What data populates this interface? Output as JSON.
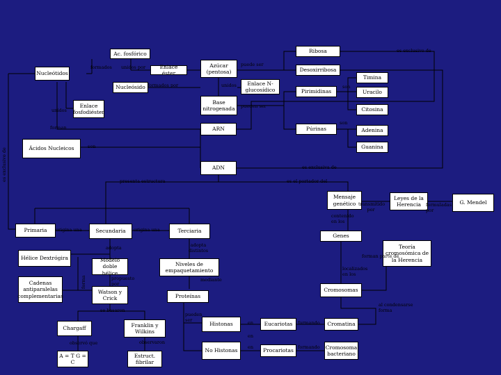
{
  "nodes": {
    "ac_fosforico": "Ac. fosfórico",
    "nucleotidos": "Nucleótidos",
    "enlace_ester": "Enlace éster",
    "azucar": "Azúcar (pentosa)",
    "ribosa": "Ribosa",
    "desoxirribosa": "Desoxirribosa",
    "nucleosido": "Nucleósido",
    "enlace_n_glucosidico": "Enlace N-glucosídico",
    "timina": "Timina",
    "pirimidinas": "Pirimidinas",
    "uracilo": "Uracilo",
    "enlace_fosfodiester": "Enlace fosfodiéster",
    "base_nitrogenada": "Base nitrogenada",
    "citosina": "Citosina",
    "arn": "ARN",
    "purinas": "Púrinas",
    "adenina": "Adenina",
    "acidos_nucleicos": "Ácidos Nucleicos",
    "guanina": "Guanina",
    "adn": "ADN",
    "mensaje_genetico": "Mensaje genético",
    "leyes_herencia": "Leyes de la Herencia",
    "g_mendel": "G. Mendel",
    "primaria": "Primaria",
    "secundaria": "Secundaria",
    "terciaria": "Terciaria",
    "genes": "Genes",
    "helice_dextrogira": "Hélice Dextrógira",
    "modelo_doble_helice": "Modelo doble hélice",
    "niveles_empaquetamiento": "Niveles de empaquetamiento",
    "teoria_cromosomica": "Teoría cromosómica de la Herencia",
    "cadenas_antiparalelas": "Cadenas antiparalelas complementarias",
    "watson_crick": "Watson y Crick",
    "proteinas": "Proteínas",
    "cromosomas": "Cromosomas",
    "chargaff": "Chargaff",
    "franklin_wilkins": "Franklin y Wilkins",
    "histonas": "Histonas",
    "eucariotas": "Eucariotas",
    "cromatina": "Cromatina",
    "a_t_g_c": "A = T G = C",
    "estruct_fibrilar": "Estruct. fibrilar",
    "no_histonas": "No Histonas",
    "procariotas": "Procariotas",
    "cromosoma_bacteriano": "Cromosoma bacteriano"
  },
  "labels": {
    "formados_1": "formados",
    "unidos_por": "unidos por",
    "formados_por": "formados por",
    "puede_ser": "puede ser",
    "es_exclusivo_de_top": "es exclusivo de",
    "unidos_1": "unidos",
    "son_pirimidinas": "son",
    "unidos_2": "unidos",
    "pueden_ser": "pueden ser",
    "forman": "forman",
    "son_purinas": "son",
    "son_acidos": "son",
    "es_exclusiva_de": "es exclusiva de",
    "presenta_estructura": "presenta estructura",
    "es_portador_del": "es el portador del",
    "transmitido_por": "transmitido por",
    "contenido_en_los": "contenido en los",
    "formuladas_por": "formuladas por",
    "origina_1": "origina una",
    "origina_2": "origina una",
    "adopta_1": "adopta",
    "adopta_distintos": "adopta distintos",
    "formando_parte_de": "forman parte de",
    "forma_1": "forma",
    "propuesto_por": "propuesto por",
    "mediante": "mediante",
    "localizados_en_los": "localizados en los",
    "se_basaron": "se basaron",
    "pueden_ser_2": "pueden ser",
    "en_1": "en",
    "formando_1": "formando",
    "se_condensa_forme": "al condensarse forma",
    "observo_que": "observó que",
    "observaron": "observaron",
    "en_2": "en",
    "en_3": "en",
    "formando_2": "formando",
    "es_exclusivo_de_side": "es exclusivo de"
  }
}
